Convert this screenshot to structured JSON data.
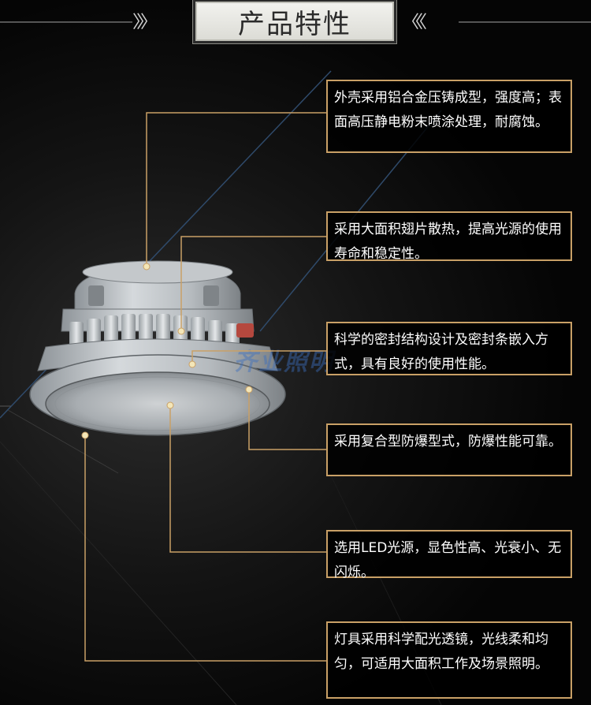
{
  "title": "产品特性",
  "watermark": "齐业照明",
  "features": [
    {
      "text": "外壳采用铝合金压铸成型，强度高；表面高压静电粉末喷涂处理，耐腐蚀。"
    },
    {
      "text": "采用大面积翅片散热，提高光源的使用寿命和稳定性。"
    },
    {
      "text": "科学的密封结构设计及密封条嵌入方式，具有良好的使用性能。"
    },
    {
      "text": "采用复合型防爆型式，防爆性能可靠。"
    },
    {
      "text": "选用LED光源，显色性高、光衰小、无闪烁。"
    },
    {
      "text": "灯具采用科学配光透镜，光线柔和均匀，可适用大面积工作及场景照明。"
    }
  ],
  "colors": {
    "accent": "#c9a066",
    "background": "#000000",
    "title_bg": "#ecece8"
  }
}
